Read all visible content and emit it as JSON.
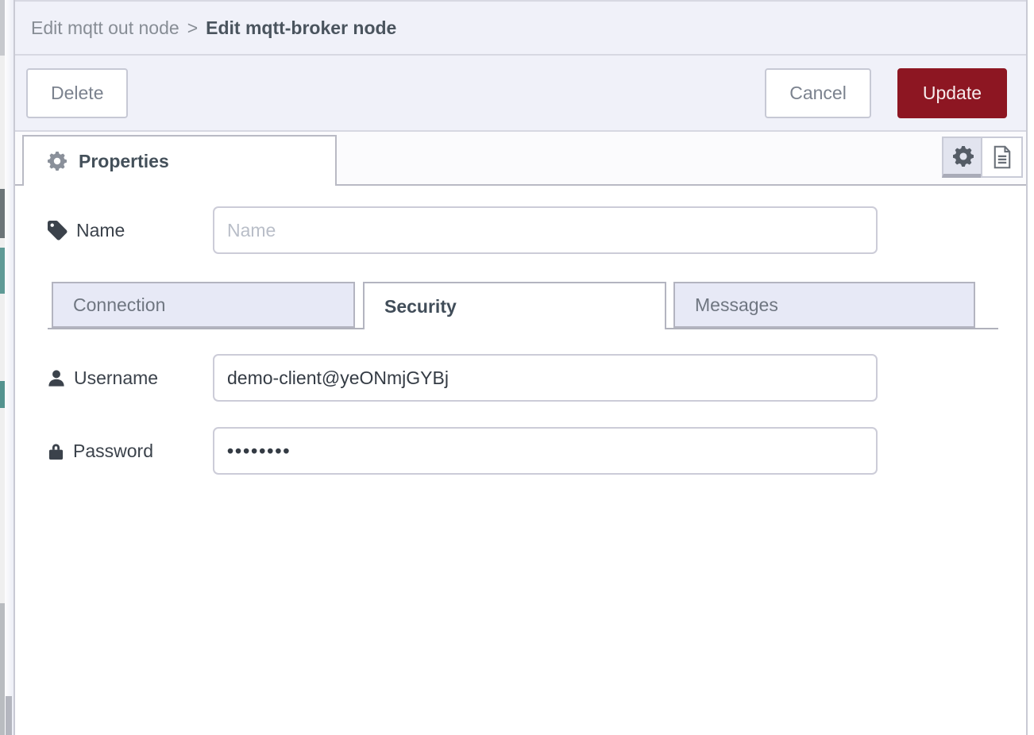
{
  "breadcrumb": {
    "parent": "Edit mqtt out node",
    "separator": ">",
    "current": "Edit mqtt-broker node"
  },
  "toolbar": {
    "delete_label": "Delete",
    "cancel_label": "Cancel",
    "update_label": "Update"
  },
  "editor": {
    "properties_tab_label": "Properties"
  },
  "form": {
    "name": {
      "label": "Name",
      "placeholder": "Name",
      "value": ""
    },
    "tabs": [
      {
        "label": "Connection",
        "active": false
      },
      {
        "label": "Security",
        "active": true
      },
      {
        "label": "Messages",
        "active": false
      }
    ],
    "username": {
      "label": "Username",
      "value": "demo-client@yeONmjGYBj"
    },
    "password": {
      "label": "Password",
      "value": "••••••••"
    }
  },
  "icons": {
    "properties": "gear-icon",
    "settings_button": "gear-icon",
    "description_button": "document-icon",
    "name_field": "tag-icon",
    "username_field": "user-icon",
    "password_field": "lock-icon"
  },
  "colors": {
    "accent_red": "#8d1622",
    "panel_lavender": "#f0f1f9",
    "inactive_tab": "#e7e9f6",
    "border_gray": "#b9bac4",
    "text_dark": "#3b424b",
    "text_gray": "#7b828e"
  }
}
